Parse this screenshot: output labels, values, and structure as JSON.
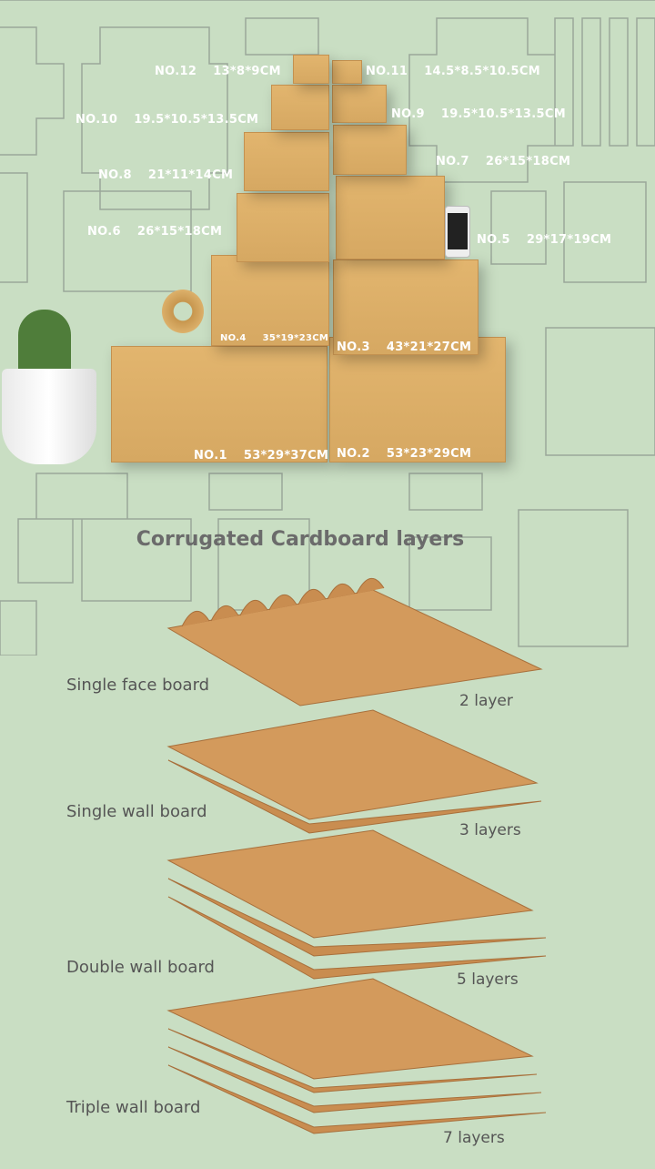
{
  "boxes": [
    {
      "no": "NO.1",
      "size": "53*29*37CM"
    },
    {
      "no": "NO.2",
      "size": "53*23*29CM"
    },
    {
      "no": "NO.3",
      "size": "43*21*27CM"
    },
    {
      "no": "NO.4",
      "size": "35*19*23CM"
    },
    {
      "no": "NO.5",
      "size": "29*17*19CM"
    },
    {
      "no": "NO.6",
      "size": "26*15*18CM"
    },
    {
      "no": "NO.7",
      "size": "26*15*18CM"
    },
    {
      "no": "NO.8",
      "size": "21*11*14CM"
    },
    {
      "no": "NO.9",
      "size": "19.5*10.5*13.5CM"
    },
    {
      "no": "NO.10",
      "size": "19.5*10.5*13.5CM"
    },
    {
      "no": "NO.11",
      "size": "14.5*8.5*10.5CM"
    },
    {
      "no": "NO.12",
      "size": "13*8*9CM"
    }
  ],
  "section_title": "Corrugated Cardboard layers",
  "boards": [
    {
      "name": "Single face board",
      "layers": "2 layer"
    },
    {
      "name": "Single wall board",
      "layers": "3 layers"
    },
    {
      "name": "Double wall board",
      "layers": "5 layers"
    },
    {
      "name": "Triple wall board",
      "layers": "7 layers"
    }
  ],
  "colors": {
    "background": "#c9dec3",
    "kraft": "#d9aa63",
    "board": "#d39a5c"
  }
}
